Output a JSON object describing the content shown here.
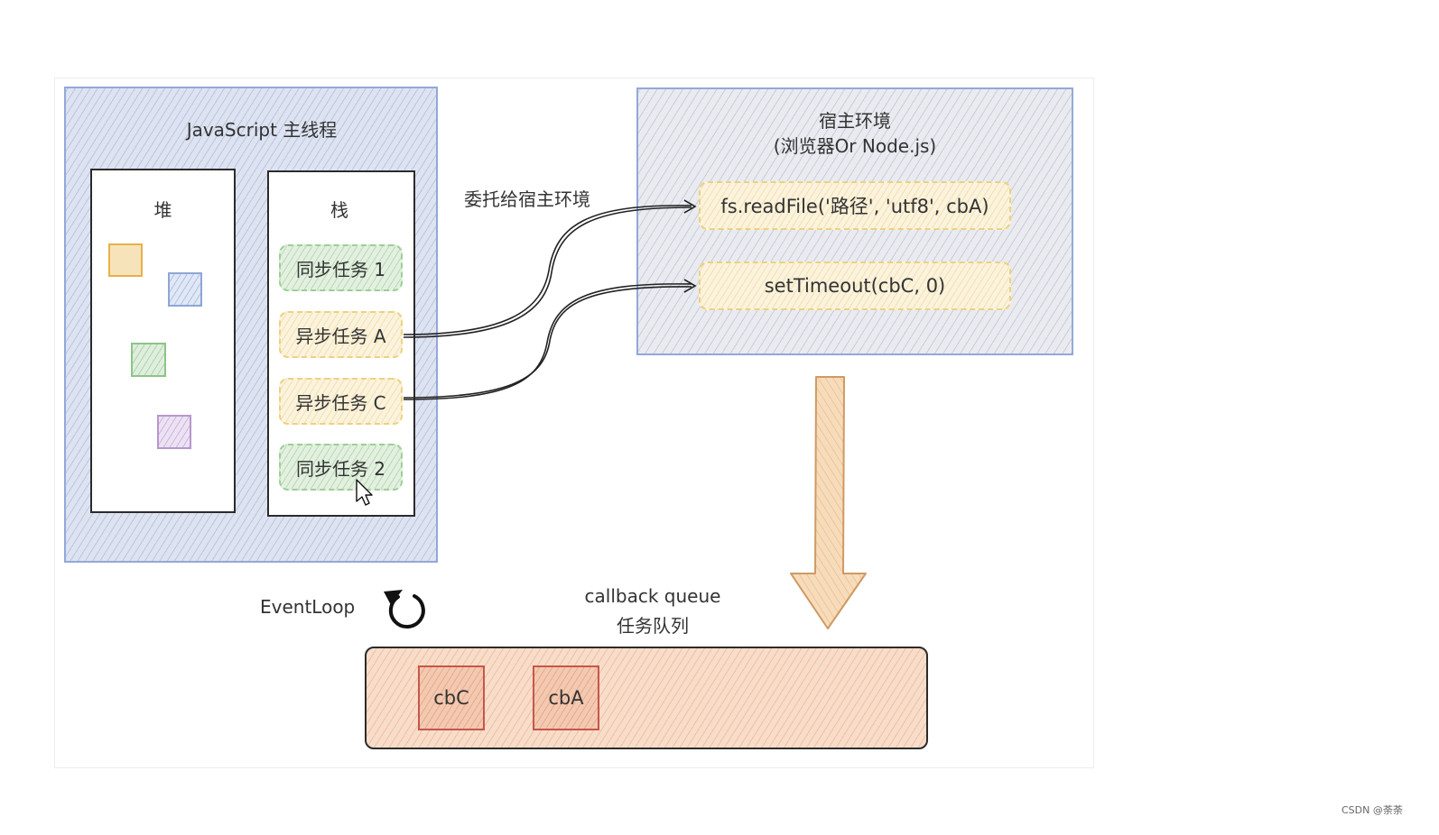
{
  "main_thread": {
    "title": "JavaScript 主线程",
    "heap_label": "堆",
    "stack_label": "栈",
    "stack_tasks": [
      {
        "label": "同步任务 1",
        "kind": "sync"
      },
      {
        "label": "异步任务 A",
        "kind": "async"
      },
      {
        "label": "异步任务 C",
        "kind": "async"
      },
      {
        "label": "同步任务 2",
        "kind": "sync"
      }
    ],
    "heap_square_colors": [
      "#eebb55",
      "#8fa6d6",
      "#8cc48a",
      "#b797cf"
    ]
  },
  "delegate_label": "委托给宿主环境",
  "host": {
    "title_line1": "宿主环境",
    "title_line2": "(浏览器Or Node.js)",
    "tasks": [
      "fs.readFile('路径', 'utf8', cbA)",
      "setTimeout(cbC, 0)"
    ]
  },
  "event_loop_label": "EventLoop",
  "queue": {
    "title_line1": "callback queue",
    "title_line2": "任务队列",
    "items": [
      "cbC",
      "cbA"
    ]
  },
  "watermark": "CSDN @荼荼",
  "colors": {
    "panel_border": "#93a8d8",
    "sync_green": "#9ccf97",
    "async_yellow": "#ecd27f",
    "queue_orange": "#f7ddca",
    "arrow_tan": "#f2c99c",
    "callback_red": "#c6574a"
  }
}
